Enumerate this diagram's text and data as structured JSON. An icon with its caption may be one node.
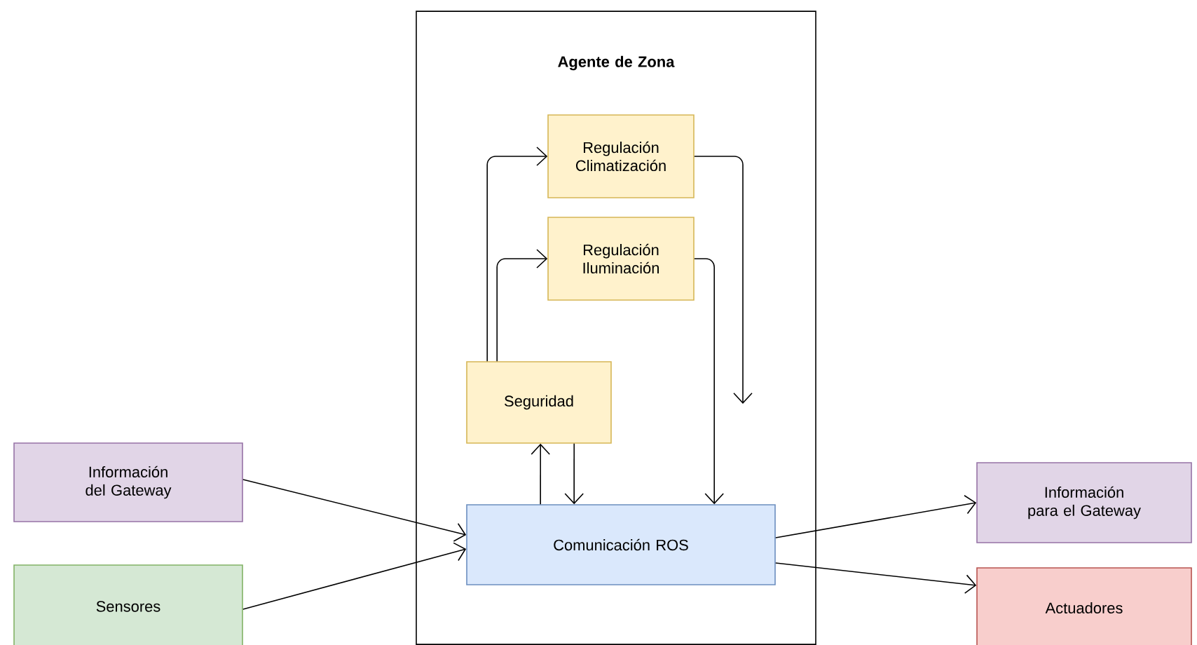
{
  "diagram": {
    "nodes": [
      {
        "text": [
          "Agente de Zona"
        ]
      },
      {
        "text": [
          "Regulación Climatización"
        ],
        "in": 0
      },
      {
        "text": [
          "Regulación Iluminación"
        ],
        "in": 0
      },
      {
        "text": [
          "Seguridad"
        ],
        "in": 0
      },
      {
        "text": [
          "Comunicación ROS"
        ],
        "in": 0
      },
      {
        "text": [
          "Información del Gateway"
        ]
      },
      {
        "text": [
          "Sensores"
        ]
      },
      {
        "text": [
          "Información para el Gateway"
        ]
      },
      {
        "text": [
          "Actuadores"
        ]
      }
    ],
    "edges": [
      {
        "from": 3,
        "to": 1,
        "arrow": "to"
      },
      {
        "from": 3,
        "to": 2,
        "arrow": "to"
      },
      {
        "from": 1,
        "to": null,
        "arrow": "to"
      },
      {
        "from": 2,
        "to": 4,
        "arrow": "to"
      },
      {
        "from": 4,
        "to": 3,
        "arrow": "to"
      },
      {
        "from": 3,
        "to": 4,
        "arrow": "to"
      },
      {
        "from": 5,
        "to": 4,
        "arrow": "to"
      },
      {
        "from": 6,
        "to": 4,
        "arrow": "to"
      },
      {
        "from": 4,
        "to": 7,
        "arrow": "to"
      },
      {
        "from": 4,
        "to": 8,
        "arrow": "to"
      }
    ]
  }
}
